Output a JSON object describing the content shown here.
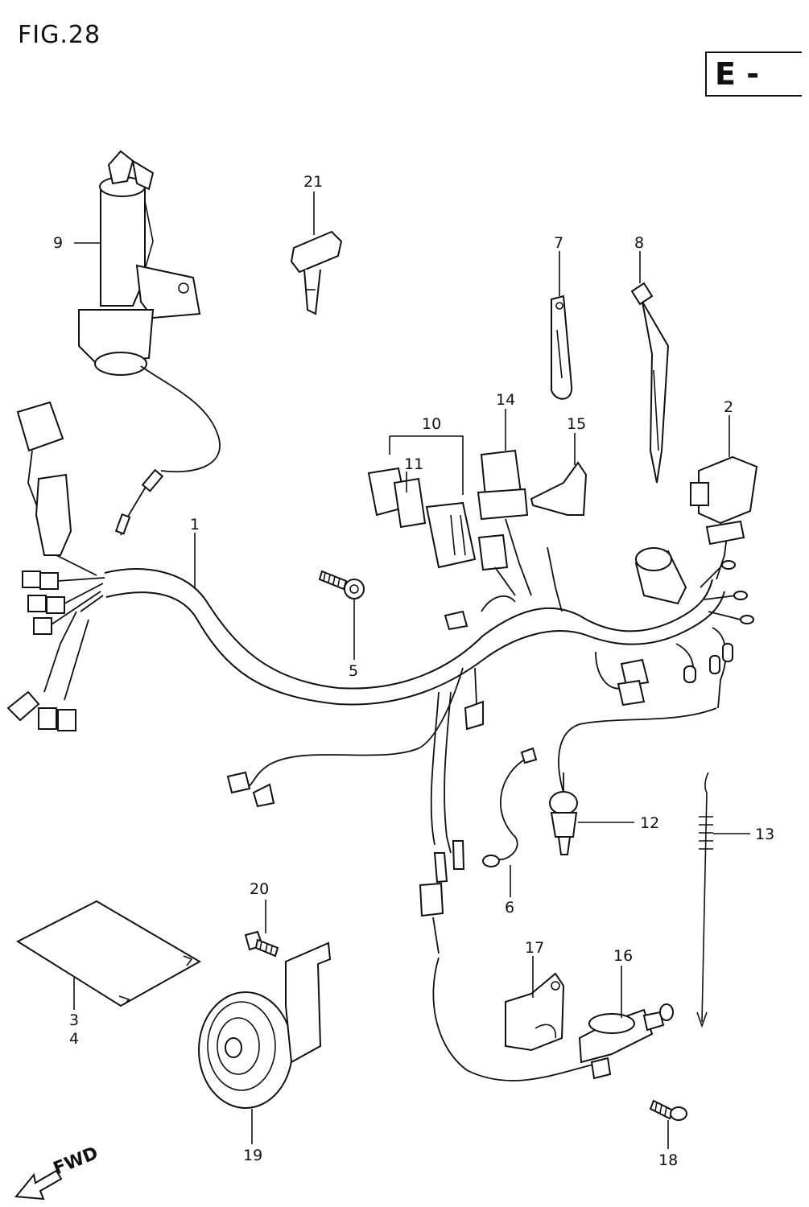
{
  "figure": {
    "title": "FIG.28",
    "region_marker": "E -"
  },
  "callouts": [
    {
      "id": "c1",
      "label": "1"
    },
    {
      "id": "c2",
      "label": "2"
    },
    {
      "id": "c3",
      "label": "3"
    },
    {
      "id": "c4",
      "label": "4"
    },
    {
      "id": "c5",
      "label": "5"
    },
    {
      "id": "c6",
      "label": "6"
    },
    {
      "id": "c7",
      "label": "7"
    },
    {
      "id": "c8",
      "label": "8"
    },
    {
      "id": "c9",
      "label": "9"
    },
    {
      "id": "c10",
      "label": "10"
    },
    {
      "id": "c11",
      "label": "11"
    },
    {
      "id": "c12",
      "label": "12"
    },
    {
      "id": "c13",
      "label": "13"
    },
    {
      "id": "c14",
      "label": "14"
    },
    {
      "id": "c15",
      "label": "15"
    },
    {
      "id": "c16",
      "label": "16"
    },
    {
      "id": "c17",
      "label": "17"
    },
    {
      "id": "c18",
      "label": "18"
    },
    {
      "id": "c19",
      "label": "19"
    },
    {
      "id": "c20",
      "label": "20"
    },
    {
      "id": "c21",
      "label": "21"
    }
  ],
  "direction_indicator": "FWD"
}
